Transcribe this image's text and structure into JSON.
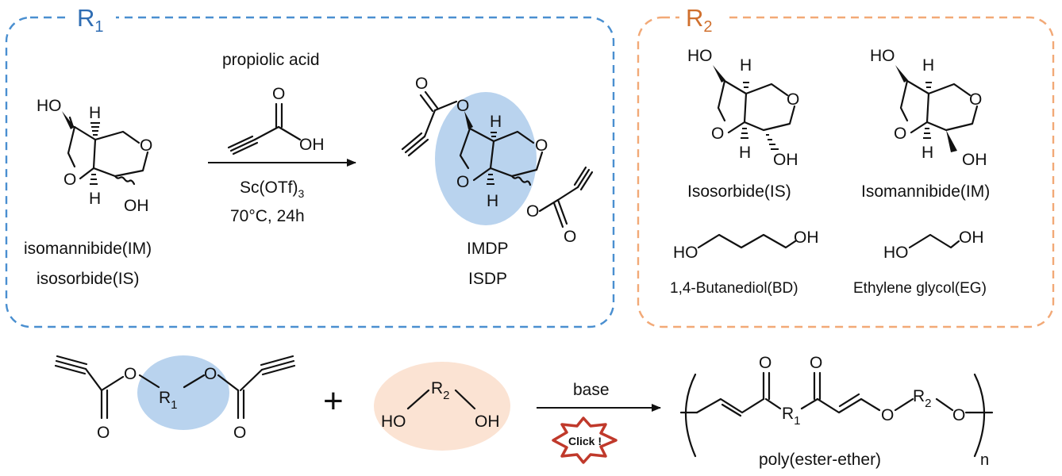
{
  "boxes": {
    "r1_label": "R",
    "r1_sub": "1",
    "r2_label": "R",
    "r2_sub": "2",
    "r1_color": "#4a8fd0",
    "r2_color": "#f2a977"
  },
  "reaction1": {
    "reagent_title": "propiolic acid",
    "catalyst": "Sc(OTf)",
    "catalyst_sub": "3",
    "conditions": "70°C, 24h",
    "reactant_names": [
      "isomannibide(IM)",
      "isosorbide(IS)"
    ],
    "product_names": [
      "IMDP",
      "ISDP"
    ]
  },
  "r2_monomers": {
    "isosorbide": "Isosorbide(IS)",
    "isomannibide": "Isomannibide(IM)",
    "butanediol": "1,4-Butanediol(BD)",
    "ethylene_glycol": "Ethylene glycol(EG)"
  },
  "polymerization": {
    "reagent": "base",
    "click_badge": "Click !",
    "product_name": "poly(ester-ether)",
    "repeat_subscript": "n",
    "badge_color": "#c0392b",
    "r1_highlight": "#b9d3ee",
    "r2_highlight": "#fbe3d3"
  },
  "atoms": {
    "HO": "HO",
    "OH": "OH",
    "O": "O",
    "H": "H",
    "R": "R",
    "sub1": "1",
    "sub2": "2",
    "plus": "+"
  }
}
